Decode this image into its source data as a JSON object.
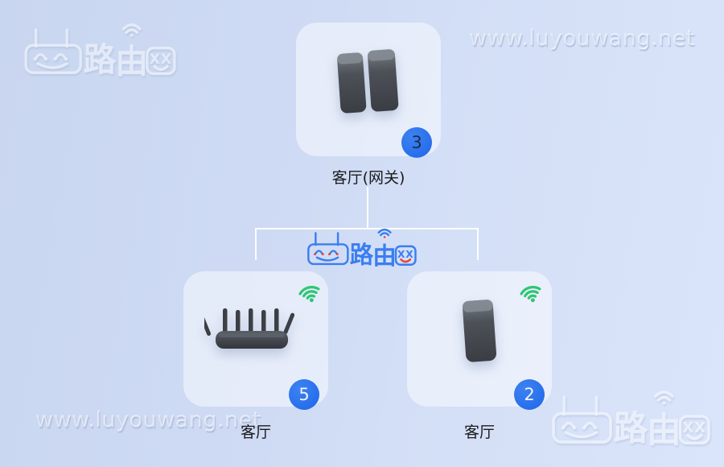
{
  "watermark": {
    "url": "www.luyouwang.net"
  },
  "logo": {
    "lu": "路",
    "you": "由",
    "eyes": "XX"
  },
  "gateway": {
    "label": "客厅(网关)",
    "badge": "3"
  },
  "node_left": {
    "label": "客厅",
    "badge": "5"
  },
  "node_right": {
    "label": "客厅",
    "badge": "2"
  },
  "colors": {
    "badge_blue": "#2268ea",
    "wifi_green": "#2ec573",
    "logo_blue": "#3b7ef0",
    "logo_red": "#e8453c",
    "connector_white": "#f4f8ff",
    "background_blue": "#cfdbf4"
  }
}
